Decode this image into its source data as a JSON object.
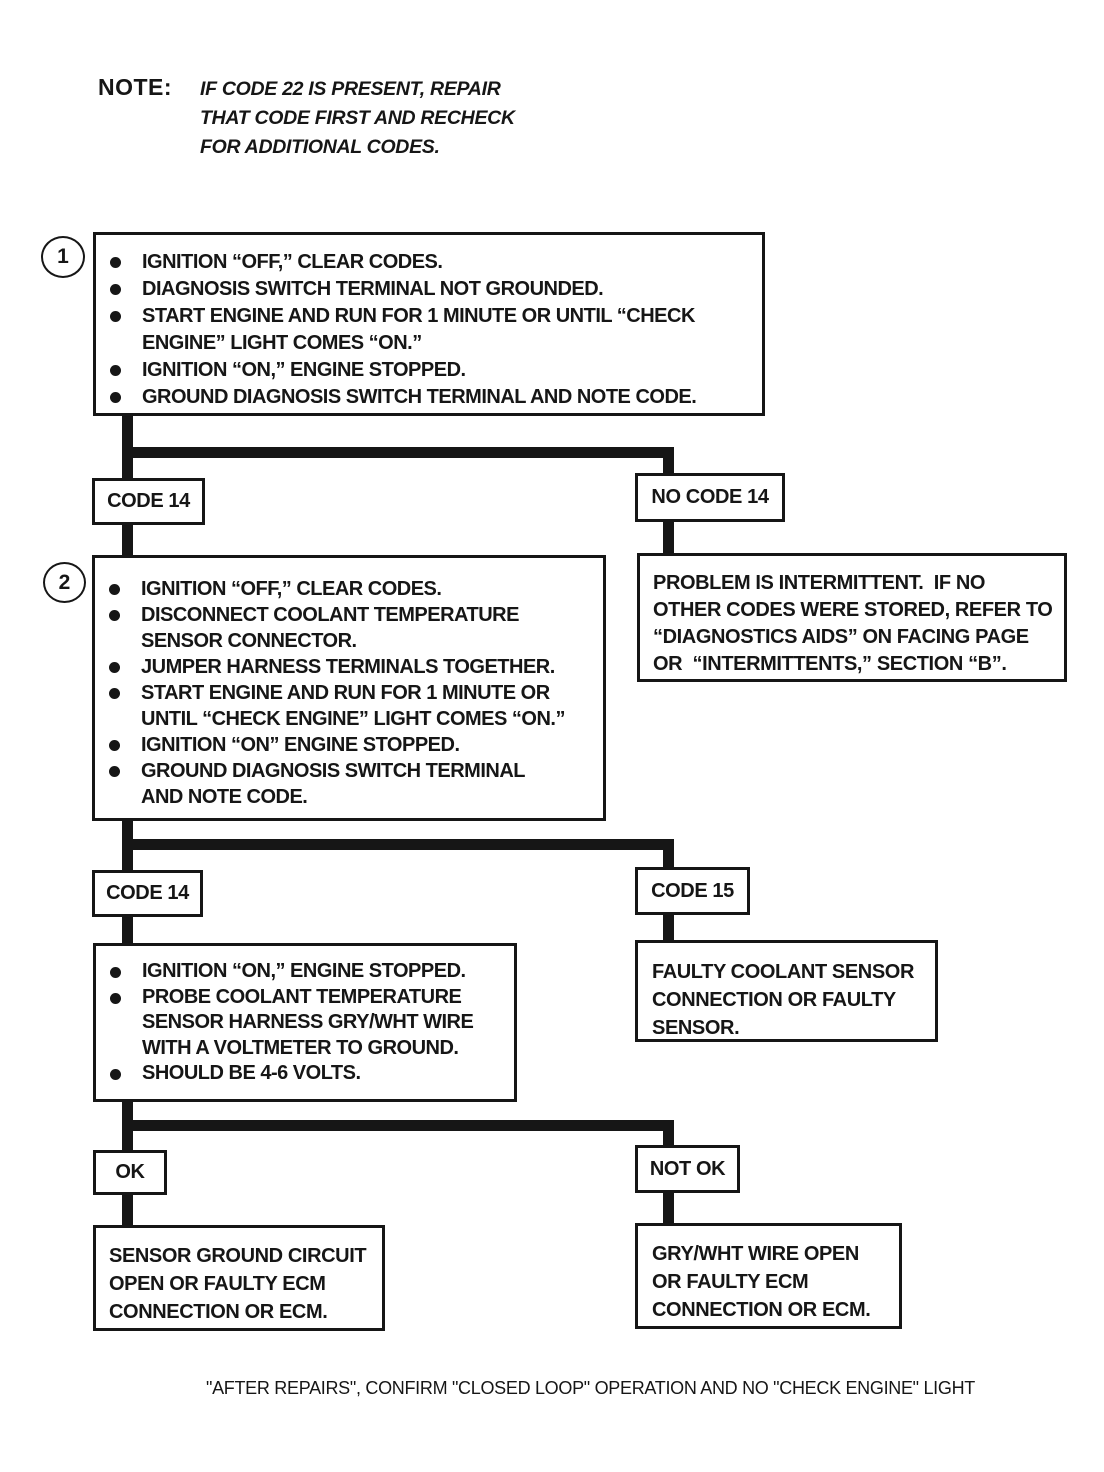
{
  "colors": {
    "ink": "#161616",
    "paper": "#ffffff"
  },
  "note": {
    "label": "NOTE:",
    "lines": [
      "IF CODE 22 IS PRESENT, REPAIR",
      "THAT CODE FIRST AND RECHECK",
      "FOR ADDITIONAL CODES."
    ]
  },
  "steps": [
    {
      "number": "1",
      "bullets": [
        [
          "IGNITION “OFF,” CLEAR CODES."
        ],
        [
          "DIAGNOSIS SWITCH TERMINAL NOT GROUNDED."
        ],
        [
          "START ENGINE AND RUN FOR 1 MINUTE OR UNTIL “CHECK",
          "ENGINE” LIGHT COMES “ON.”"
        ],
        [
          "IGNITION “ON,” ENGINE STOPPED."
        ],
        [
          "GROUND DIAGNOSIS SWITCH TERMINAL AND NOTE CODE."
        ]
      ]
    },
    {
      "number": "2",
      "bullets": [
        [
          "IGNITION “OFF,” CLEAR CODES."
        ],
        [
          "DISCONNECT COOLANT TEMPERATURE",
          "SENSOR CONNECTOR."
        ],
        [
          "JUMPER HARNESS TERMINALS TOGETHER."
        ],
        [
          "START ENGINE AND RUN FOR 1 MINUTE OR",
          "UNTIL “CHECK ENGINE” LIGHT COMES “ON.”"
        ],
        [
          "IGNITION “ON” ENGINE STOPPED."
        ],
        [
          "GROUND DIAGNOSIS SWITCH TERMINAL",
          "AND NOTE CODE."
        ]
      ]
    },
    {
      "number": "",
      "bullets": [
        [
          "IGNITION “ON,” ENGINE STOPPED."
        ],
        [
          "PROBE COOLANT TEMPERATURE",
          "SENSOR HARNESS GRY/WHT WIRE",
          "WITH A VOLTMETER TO GROUND."
        ],
        [
          "SHOULD BE 4-6 VOLTS."
        ]
      ]
    }
  ],
  "branches": {
    "b1_left": "CODE 14",
    "b1_right": "NO CODE 14",
    "b2_left": "CODE 14",
    "b2_right": "CODE 15",
    "b3_left": "OK",
    "b3_right": "NOT OK"
  },
  "terminals": {
    "intermittent": [
      "PROBLEM IS INTERMITTENT.  IF NO",
      "OTHER CODES WERE STORED, REFER TO",
      "“DIAGNOSTICS AIDS” ON FACING PAGE",
      "OR  “INTERMITTENTS,” SECTION “B”."
    ],
    "faulty_sensor": [
      "FAULTY COOLANT SENSOR",
      "CONNECTION OR FAULTY",
      "SENSOR."
    ],
    "sensor_ground": [
      "SENSOR GROUND CIRCUIT",
      "OPEN OR FAULTY ECM",
      "CONNECTION OR ECM."
    ],
    "gry_wht": [
      "GRY/WHT WIRE OPEN",
      "OR FAULTY ECM",
      "CONNECTION OR ECM."
    ]
  },
  "footer": "\"AFTER REPAIRS\", CONFIRM \"CLOSED LOOP\" OPERATION AND NO \"CHECK ENGINE\" LIGHT"
}
